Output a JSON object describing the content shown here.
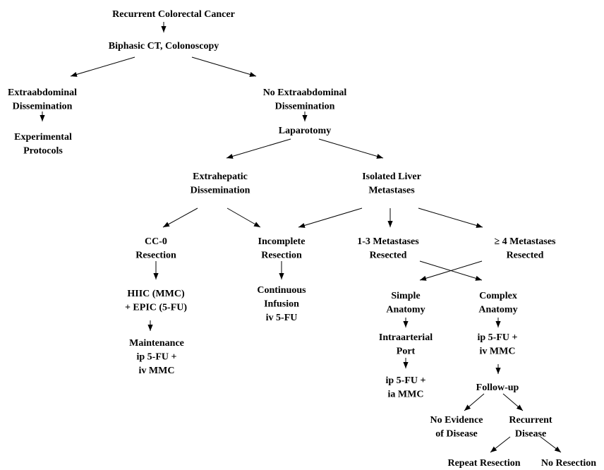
{
  "colors": {
    "text": "#000000",
    "lines": "#000000",
    "background": "#ffffff"
  },
  "nodes": {
    "recurrent": {
      "lines": [
        "Recurrent Colorectal Cancer"
      ]
    },
    "biphasic": {
      "lines": [
        "Biphasic CT, Colonoscopy"
      ]
    },
    "extra_diss": {
      "lines": [
        "Extraabdominal",
        "Dissemination"
      ]
    },
    "experimental": {
      "lines": [
        "Experimental",
        "Protocols"
      ]
    },
    "no_extra": {
      "lines": [
        "No Extraabdominal",
        "Dissemination"
      ]
    },
    "laparotomy": {
      "lines": [
        "Laparotomy"
      ]
    },
    "extrahepatic": {
      "lines": [
        "Extrahepatic",
        "Dissemination"
      ]
    },
    "isolated_liver": {
      "lines": [
        "Isolated Liver",
        "Metastases"
      ]
    },
    "cc0": {
      "lines": [
        "CC-0",
        "Resection"
      ]
    },
    "incomplete": {
      "lines": [
        "Incomplete",
        "Resection"
      ]
    },
    "mets13": {
      "lines": [
        "1-3 Metastases",
        "Resected"
      ]
    },
    "mets4": {
      "lines": [
        "≥ 4 Metastases",
        "Resected"
      ]
    },
    "hiic": {
      "lines": [
        "HIIC (MMC)",
        "+ EPIC (5-FU)"
      ]
    },
    "continuous": {
      "lines": [
        "Continuous",
        "Infusion",
        "iv 5-FU"
      ]
    },
    "simple": {
      "lines": [
        "Simple",
        "Anatomy"
      ]
    },
    "complex": {
      "lines": [
        "Complex",
        "Anatomy"
      ]
    },
    "maintenance": {
      "lines": [
        "Maintenance",
        "ip 5-FU +",
        "iv MMC"
      ]
    },
    "intraarterial": {
      "lines": [
        "Intraarterial",
        "Port"
      ]
    },
    "ip5fu_iv": {
      "lines": [
        "ip 5-FU +",
        "iv MMC"
      ]
    },
    "ip5fu_ia": {
      "lines": [
        "ip 5-FU +",
        "ia MMC"
      ]
    },
    "followup": {
      "lines": [
        "Follow-up"
      ]
    },
    "no_evidence": {
      "lines": [
        "No Evidence",
        "of Disease"
      ]
    },
    "recurrent_disease": {
      "lines": [
        "Recurrent",
        "Disease"
      ]
    },
    "repeat_resection": {
      "lines": [
        "Repeat Resection"
      ]
    },
    "no_resection": {
      "lines": [
        "No Resection"
      ]
    }
  },
  "edges": [
    [
      "recurrent",
      "biphasic"
    ],
    [
      "biphasic",
      "extra_diss"
    ],
    [
      "biphasic",
      "no_extra"
    ],
    [
      "extra_diss",
      "experimental"
    ],
    [
      "no_extra",
      "laparotomy"
    ],
    [
      "laparotomy",
      "extrahepatic"
    ],
    [
      "laparotomy",
      "isolated_liver"
    ],
    [
      "extrahepatic",
      "cc0"
    ],
    [
      "extrahepatic",
      "incomplete"
    ],
    [
      "isolated_liver",
      "incomplete"
    ],
    [
      "isolated_liver",
      "mets13"
    ],
    [
      "isolated_liver",
      "mets4"
    ],
    [
      "cc0",
      "hiic"
    ],
    [
      "hiic",
      "maintenance"
    ],
    [
      "incomplete",
      "continuous"
    ],
    [
      "mets13",
      "complex"
    ],
    [
      "mets4",
      "simple"
    ],
    [
      "simple",
      "intraarterial"
    ],
    [
      "intraarterial",
      "ip5fu_ia"
    ],
    [
      "complex",
      "ip5fu_iv"
    ],
    [
      "ip5fu_iv",
      "followup"
    ],
    [
      "followup",
      "no_evidence"
    ],
    [
      "followup",
      "recurrent_disease"
    ],
    [
      "recurrent_disease",
      "repeat_resection"
    ],
    [
      "recurrent_disease",
      "no_resection"
    ]
  ]
}
